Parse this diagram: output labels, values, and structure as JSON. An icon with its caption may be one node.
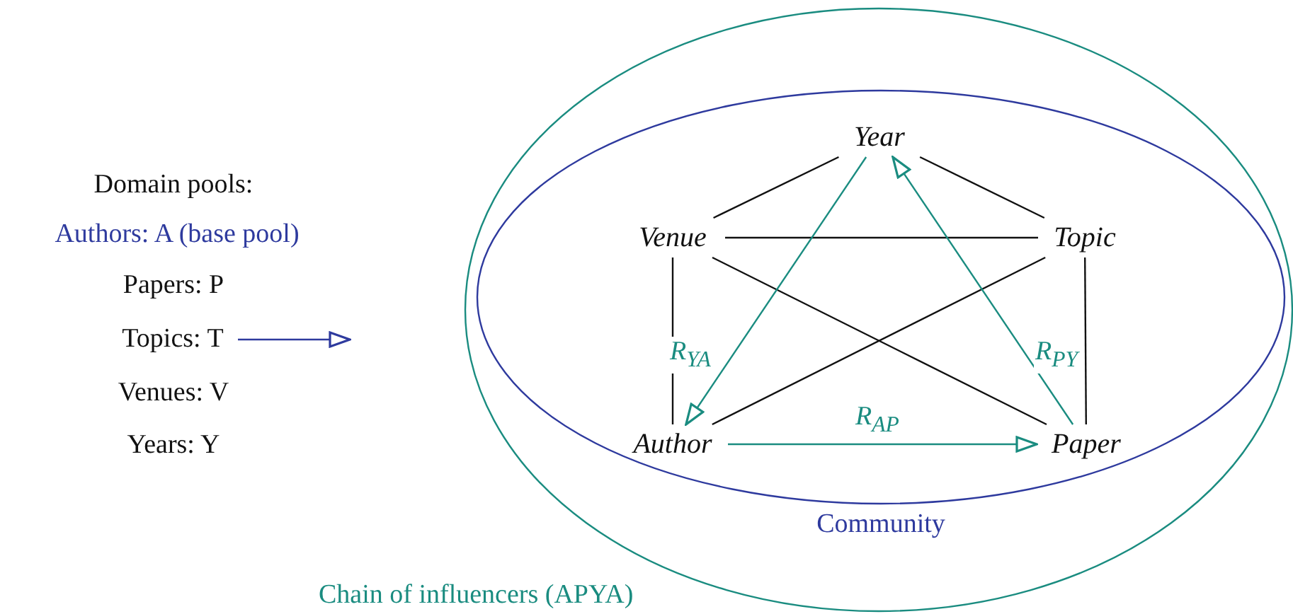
{
  "diagram": {
    "nodes": [
      {
        "text": [
          "Domain pools:"
        ]
      },
      {
        "text": [
          "Authors: A (base pool)"
        ]
      },
      {
        "text": [
          "Papers: P"
        ]
      },
      {
        "text": [
          "Topics: T"
        ]
      },
      {
        "text": [
          "Venues: V"
        ]
      },
      {
        "text": [
          "Years: Y"
        ]
      },
      {
        "text": [
          "Chain of influencers (APYA)"
        ]
      },
      {
        "text": [
          "Community"
        ],
        "in": 6
      },
      {
        "text": [
          "Year"
        ],
        "in": 7
      },
      {
        "text": [
          "Venue"
        ],
        "in": 7
      },
      {
        "text": [
          "Topic"
        ],
        "in": 7
      },
      {
        "text": [
          "Author"
        ],
        "in": 7
      },
      {
        "text": [
          "Paper"
        ],
        "in": 7
      }
    ],
    "edges": [
      {
        "from": 3,
        "to": null,
        "arrow": "to",
        "color": "#2e3a9e"
      },
      {
        "from": 8,
        "to": 9,
        "arrow": "none"
      },
      {
        "from": 8,
        "to": 10,
        "arrow": "none"
      },
      {
        "from": 9,
        "to": 10,
        "arrow": "none"
      },
      {
        "from": 9,
        "to": 11,
        "arrow": "none"
      },
      {
        "from": 9,
        "to": 12,
        "arrow": "none"
      },
      {
        "from": 10,
        "to": 11,
        "arrow": "none"
      },
      {
        "from": 10,
        "to": 12,
        "arrow": "none"
      },
      {
        "from": 8,
        "to": 11,
        "arrow": "to",
        "label": "R$_{YA}$",
        "color": "#1a8c80"
      },
      {
        "from": 12,
        "to": 8,
        "arrow": "to",
        "label": "R$_{PY}$",
        "color": "#1a8c80"
      },
      {
        "from": 11,
        "to": 12,
        "arrow": "to",
        "label": "R$_{AP}$",
        "color": "#1a8c80"
      }
    ]
  }
}
